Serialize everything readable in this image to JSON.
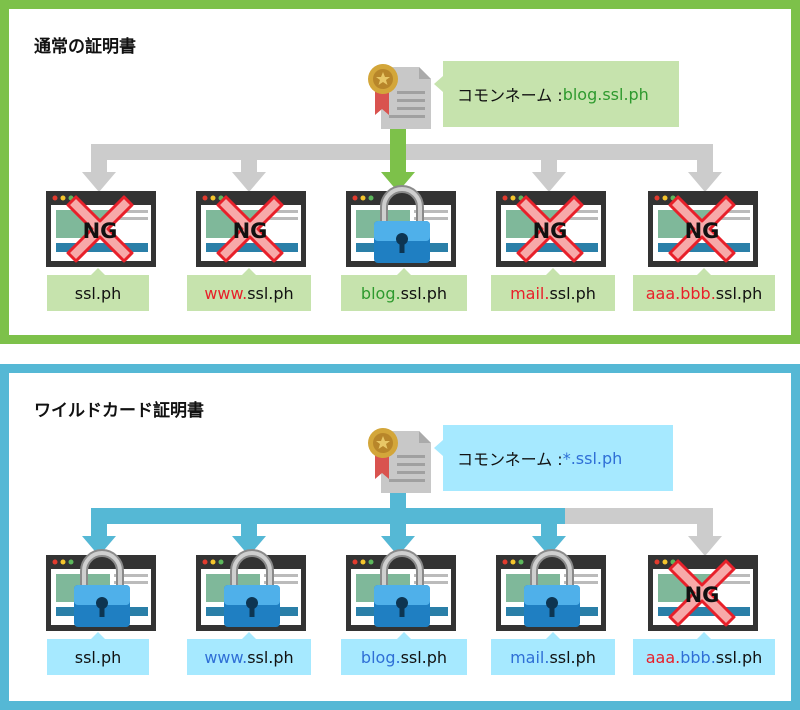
{
  "normal": {
    "title": "通常の証明書",
    "common_name_label": "コモンネーム : ",
    "common_name_value": "blog.ssl.ph",
    "ng_text": "NG",
    "sites": [
      {
        "prefix": "",
        "domain": "ssl.ph",
        "status": "ng"
      },
      {
        "prefix": "www.",
        "domain": "ssl.ph",
        "status": "ng"
      },
      {
        "prefix": "blog.",
        "domain": "ssl.ph",
        "status": "ok"
      },
      {
        "prefix": "mail.",
        "domain": "ssl.ph",
        "status": "ng"
      },
      {
        "prefix": "aaa.bbb.",
        "domain": "ssl.ph",
        "status": "ng"
      }
    ]
  },
  "wildcard": {
    "title": "ワイルドカード証明書",
    "common_name_label": "コモンネーム : ",
    "common_name_value": "*.ssl.ph",
    "ng_text": "NG",
    "sites": [
      {
        "prefix": "",
        "domain": "ssl.ph",
        "status": "ok"
      },
      {
        "prefix": "www.",
        "domain": "ssl.ph",
        "status": "ok"
      },
      {
        "prefix": "blog.",
        "domain": "ssl.ph",
        "status": "ok"
      },
      {
        "prefix": "mail.",
        "domain": "ssl.ph",
        "status": "ok"
      },
      {
        "prefix": "aaa.",
        "prefix2": "bbb.",
        "domain": "ssl.ph",
        "status": "ng"
      }
    ]
  },
  "colors": {
    "green_border": "#7dc14a",
    "blue_border": "#55b8d5",
    "ok_green_text": "#2e9a2e",
    "ok_blue_text": "#2f6fd6",
    "ng_red_text": "#e8202a",
    "gray_arrow": "#cccccc"
  }
}
